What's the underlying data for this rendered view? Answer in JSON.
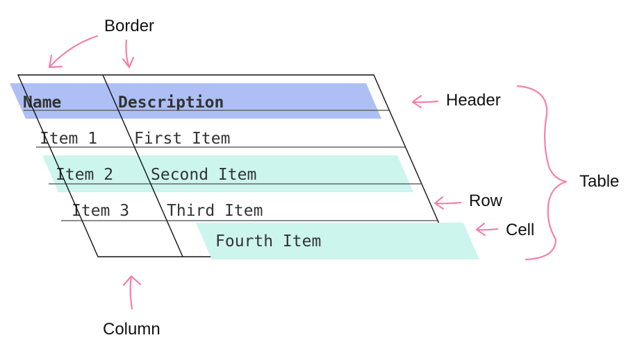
{
  "table": {
    "headers": [
      "Name",
      "Description"
    ],
    "rows": [
      [
        "Item 1",
        "First Item"
      ],
      [
        "Item 2",
        "Second Item"
      ],
      [
        "Item 3",
        "Third Item"
      ]
    ],
    "extra_cell": "Fourth Item"
  },
  "labels": {
    "border": "Border",
    "header": "Header",
    "table": "Table",
    "row": "Row",
    "cell": "Cell",
    "column": "Column"
  },
  "colors": {
    "header_highlight": "#adbff5",
    "row_highlight": "#ccf5ee",
    "annotation": "#f77fa8"
  }
}
